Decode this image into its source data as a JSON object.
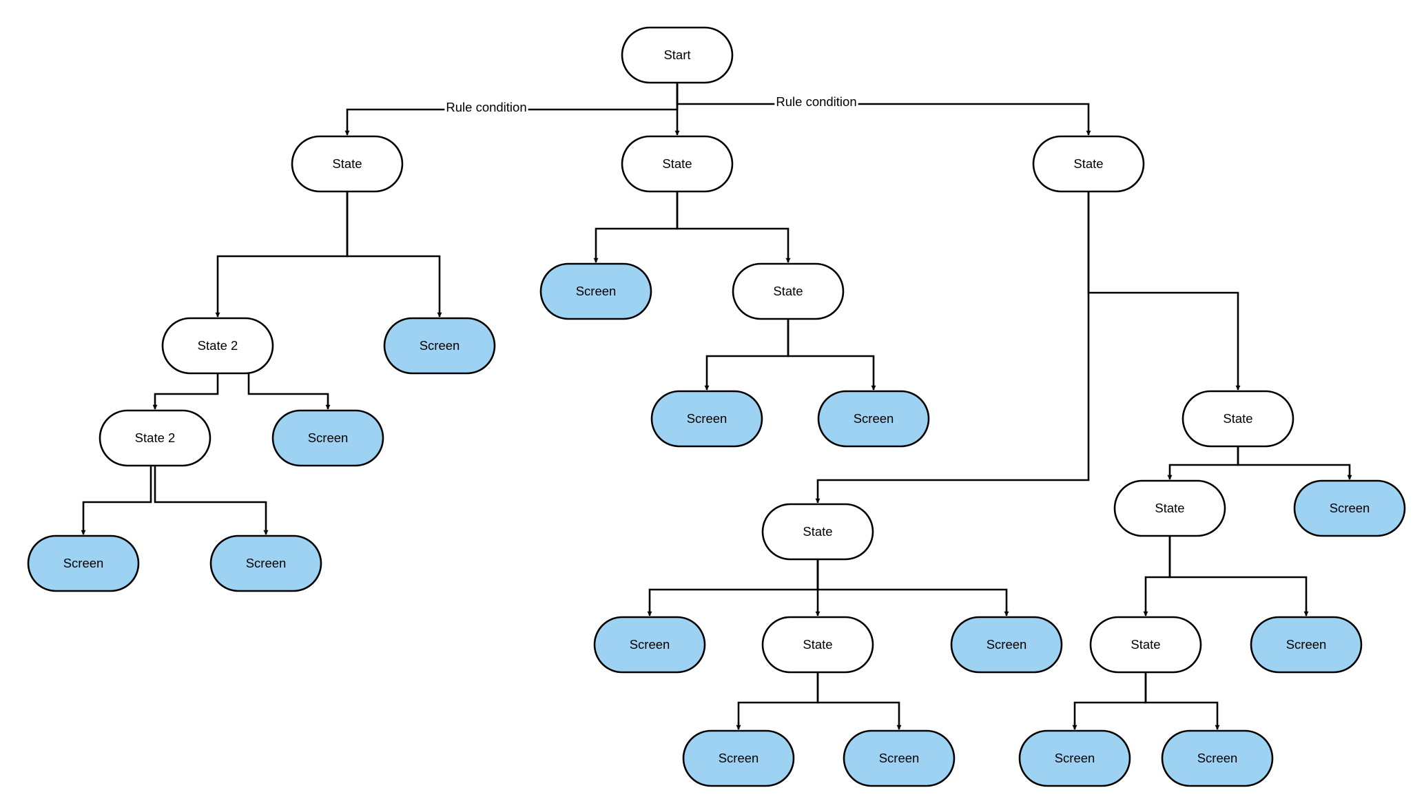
{
  "colors": {
    "state_fill": "#ffffff",
    "screen_fill": "#9dd2f2",
    "line": "#000000"
  },
  "node_types": {
    "state": "state",
    "screen": "screen"
  },
  "nodes": [
    {
      "id": "start",
      "label": "Start",
      "type": "state"
    },
    {
      "id": "state-left",
      "label": "State",
      "type": "state"
    },
    {
      "id": "state-mid",
      "label": "State",
      "type": "state"
    },
    {
      "id": "state-right",
      "label": "State",
      "type": "state"
    },
    {
      "id": "state2-a",
      "label": "State 2",
      "type": "state"
    },
    {
      "id": "screen-left-top",
      "label": "Screen",
      "type": "screen"
    },
    {
      "id": "state2-b",
      "label": "State 2",
      "type": "state"
    },
    {
      "id": "screen-left-mid",
      "label": "Screen",
      "type": "screen"
    },
    {
      "id": "screen-left-bottom-1",
      "label": "Screen",
      "type": "screen"
    },
    {
      "id": "screen-left-bottom-2",
      "label": "Screen",
      "type": "screen"
    },
    {
      "id": "screen-mid-1",
      "label": "Screen",
      "type": "screen"
    },
    {
      "id": "state-mid-2",
      "label": "State",
      "type": "state"
    },
    {
      "id": "screen-mid-2",
      "label": "Screen",
      "type": "screen"
    },
    {
      "id": "screen-mid-3",
      "label": "Screen",
      "type": "screen"
    },
    {
      "id": "state-right-2",
      "label": "State",
      "type": "state"
    },
    {
      "id": "state-right-3",
      "label": "State",
      "type": "state"
    },
    {
      "id": "screen-right-1",
      "label": "Screen",
      "type": "screen"
    },
    {
      "id": "state-center-low",
      "label": "State",
      "type": "state"
    },
    {
      "id": "screen-center-low-1",
      "label": "Screen",
      "type": "screen"
    },
    {
      "id": "state-center-low-2",
      "label": "State",
      "type": "state"
    },
    {
      "id": "screen-center-low-2",
      "label": "Screen",
      "type": "screen"
    },
    {
      "id": "screen-center-bottom-1",
      "label": "Screen",
      "type": "screen"
    },
    {
      "id": "screen-center-bottom-2",
      "label": "Screen",
      "type": "screen"
    },
    {
      "id": "state-right-4",
      "label": "State",
      "type": "state"
    },
    {
      "id": "screen-right-2",
      "label": "Screen",
      "type": "screen"
    },
    {
      "id": "screen-right-bottom-1",
      "label": "Screen",
      "type": "screen"
    },
    {
      "id": "screen-right-bottom-2",
      "label": "Screen",
      "type": "screen"
    }
  ],
  "edges": [
    {
      "from": "start",
      "to": "state-left",
      "label": "Rule condition"
    },
    {
      "from": "start",
      "to": "state-mid",
      "label": ""
    },
    {
      "from": "start",
      "to": "state-right",
      "label": "Rule condition"
    },
    {
      "from": "state-left",
      "to": "state2-a",
      "label": ""
    },
    {
      "from": "state-left",
      "to": "screen-left-top",
      "label": ""
    },
    {
      "from": "state2-a",
      "to": "state2-b",
      "label": ""
    },
    {
      "from": "state2-a",
      "to": "screen-left-mid",
      "label": ""
    },
    {
      "from": "state2-b",
      "to": "screen-left-bottom-1",
      "label": ""
    },
    {
      "from": "state2-b",
      "to": "screen-left-bottom-2",
      "label": ""
    },
    {
      "from": "state-mid",
      "to": "screen-mid-1",
      "label": ""
    },
    {
      "from": "state-mid",
      "to": "state-mid-2",
      "label": ""
    },
    {
      "from": "state-mid-2",
      "to": "screen-mid-2",
      "label": ""
    },
    {
      "from": "state-mid-2",
      "to": "screen-mid-3",
      "label": ""
    },
    {
      "from": "state-right",
      "to": "state-right-2",
      "label": ""
    },
    {
      "from": "state-right",
      "to": "state-center-low",
      "label": ""
    },
    {
      "from": "state-right-2",
      "to": "state-right-3",
      "label": ""
    },
    {
      "from": "state-right-2",
      "to": "screen-right-1",
      "label": ""
    },
    {
      "from": "state-center-low",
      "to": "screen-center-low-1",
      "label": ""
    },
    {
      "from": "state-center-low",
      "to": "state-center-low-2",
      "label": ""
    },
    {
      "from": "state-center-low",
      "to": "screen-center-low-2",
      "label": ""
    },
    {
      "from": "state-center-low-2",
      "to": "screen-center-bottom-1",
      "label": ""
    },
    {
      "from": "state-center-low-2",
      "to": "screen-center-bottom-2",
      "label": ""
    },
    {
      "from": "state-right-3",
      "to": "state-right-4",
      "label": ""
    },
    {
      "from": "state-right-3",
      "to": "screen-right-2",
      "label": ""
    },
    {
      "from": "state-right-4",
      "to": "screen-right-bottom-1",
      "label": ""
    },
    {
      "from": "state-right-4",
      "to": "screen-right-bottom-2",
      "label": ""
    }
  ]
}
